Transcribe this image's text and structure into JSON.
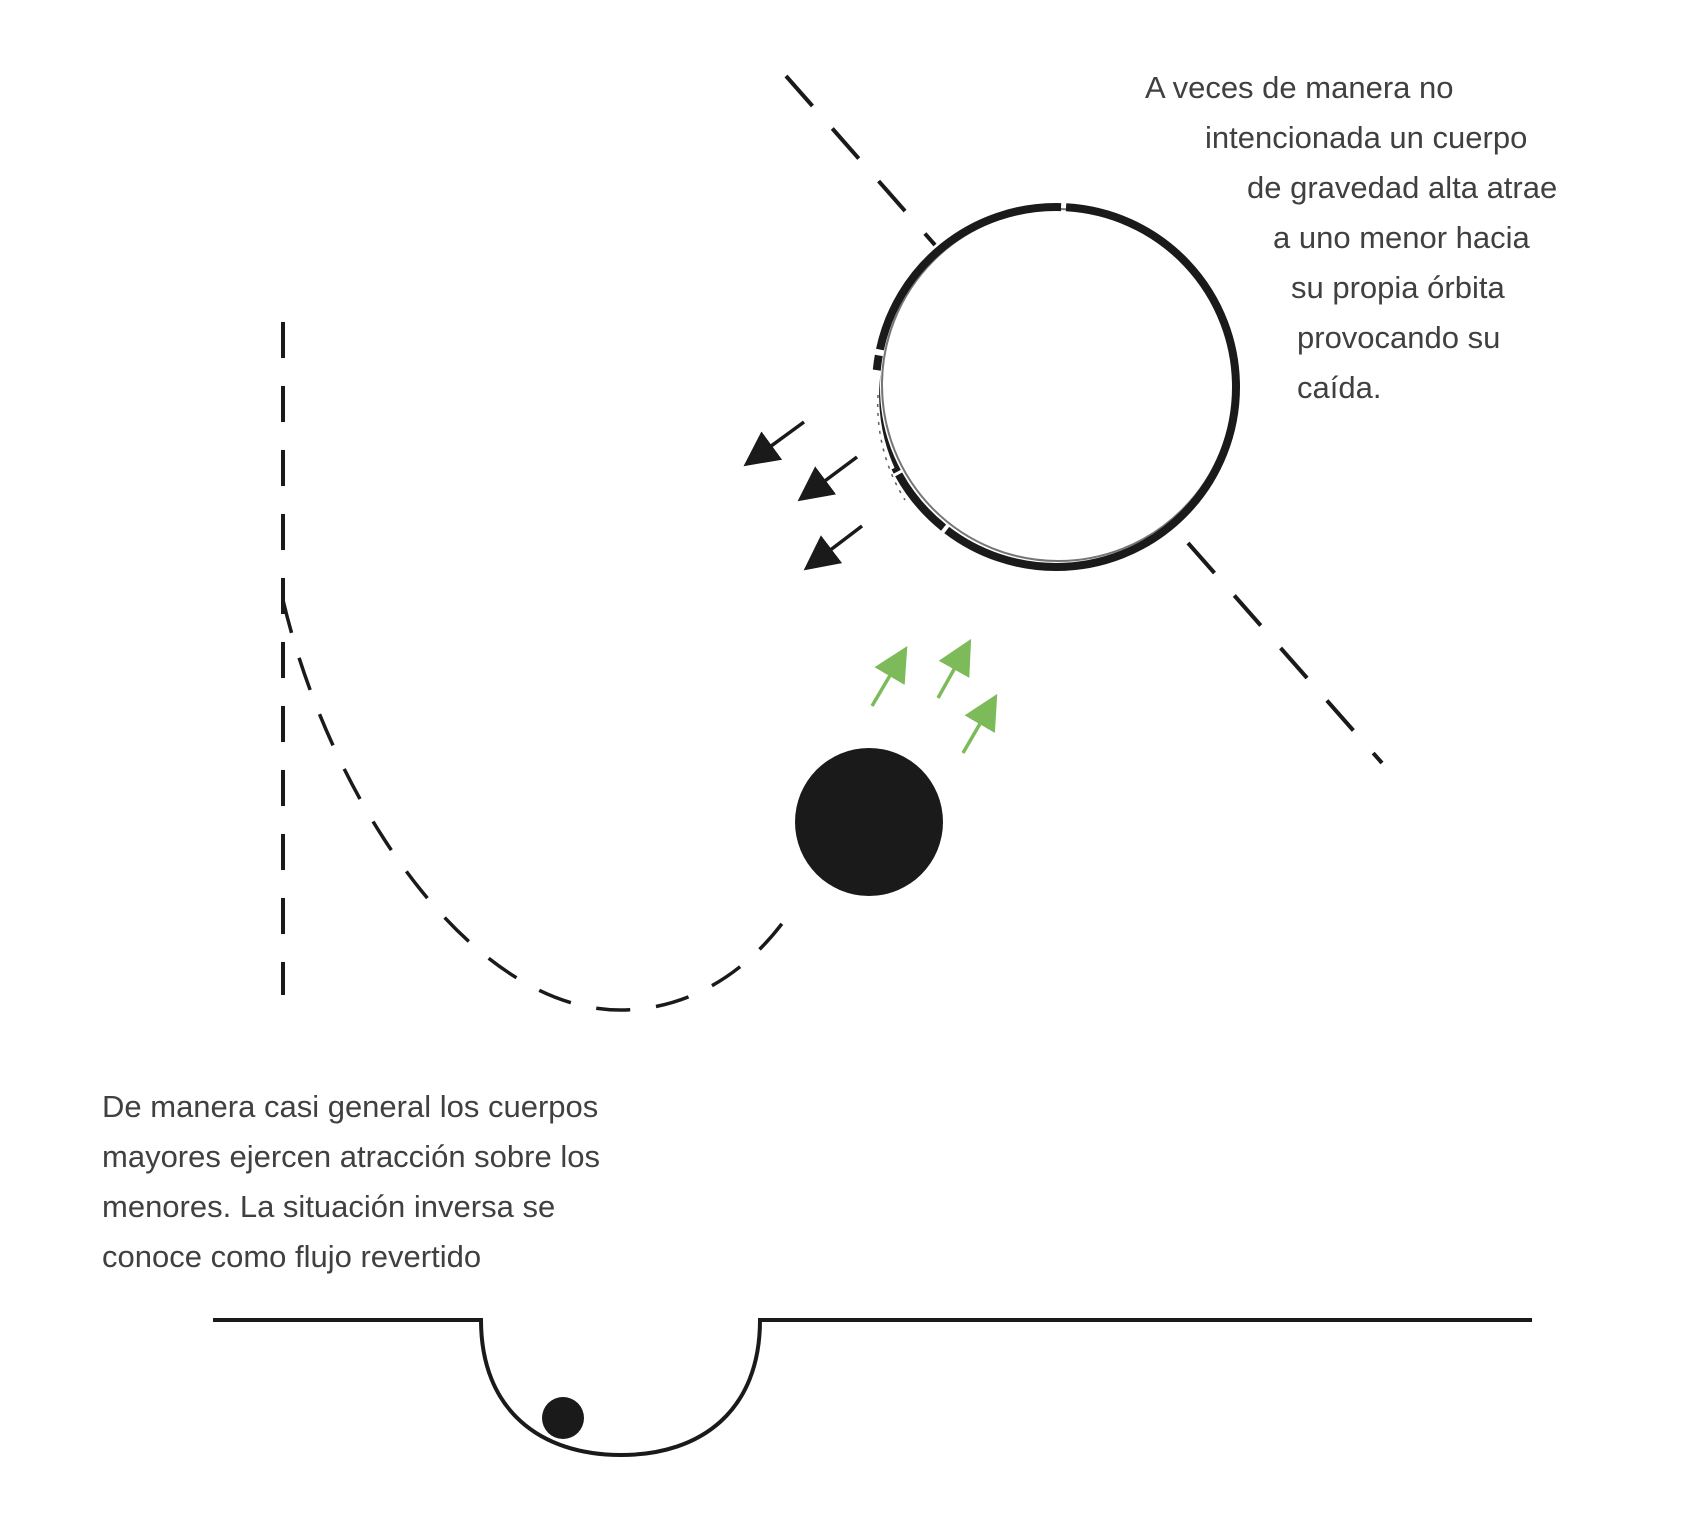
{
  "annotations": {
    "top_note_lines": [
      "A veces de manera no",
      "intencionada un cuerpo",
      "de gravedad alta atrae",
      "a uno menor hacia",
      "su propia órbita",
      "provocando su",
      "caída."
    ],
    "bottom_note_lines": [
      "De manera casi general los cuerpos",
      "mayores ejercen atracción sobre los",
      "menores. La situación inversa se",
      "conoce como flujo revertido"
    ]
  },
  "colors": {
    "ink": "#1a1a1a",
    "text": "#404040",
    "accent_green": "#7dbb5a",
    "background": "#ffffff"
  }
}
